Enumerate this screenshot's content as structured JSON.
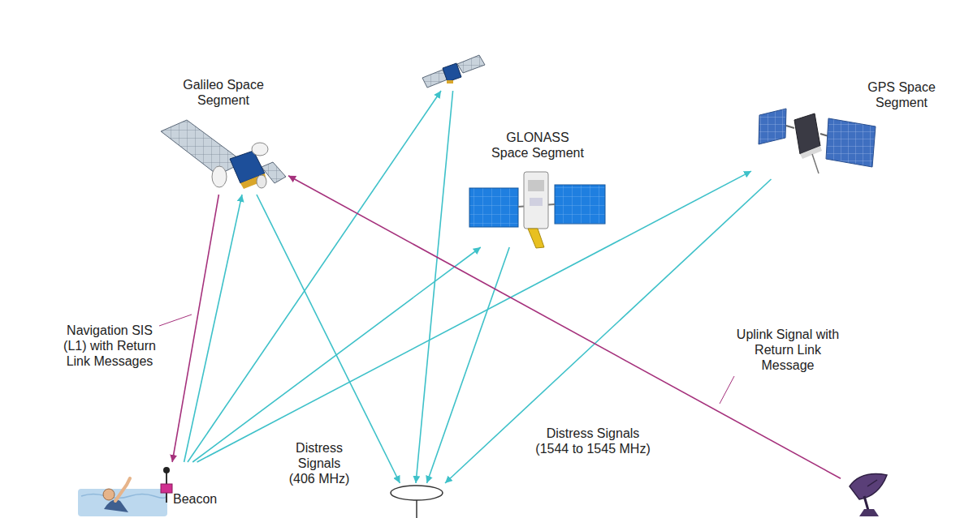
{
  "diagram": {
    "nodes": [
      {
        "text": [
          "Galileo Space Segment"
        ]
      },
      {
        "text": []
      },
      {
        "text": [
          "GLONASS Space Segment"
        ]
      },
      {
        "text": [
          "GPS Space Segment"
        ]
      },
      {
        "text": [
          "Beacon"
        ]
      },
      {
        "text": []
      },
      {
        "text": []
      }
    ],
    "edges": [
      {
        "from": 0,
        "to": 4,
        "arrow": "to"
      },
      {
        "from": 4,
        "to": 0,
        "arrow": "to"
      },
      {
        "from": 4,
        "to": 1,
        "arrow": "to"
      },
      {
        "from": 4,
        "to": 2,
        "arrow": "to"
      },
      {
        "from": 4,
        "to": 3,
        "arrow": "to"
      },
      {
        "from": 0,
        "to": 5,
        "arrow": "to"
      },
      {
        "from": 1,
        "to": 5,
        "arrow": "to"
      },
      {
        "from": 2,
        "to": 5,
        "arrow": "to"
      },
      {
        "from": 3,
        "to": 5,
        "arrow": "to"
      },
      {
        "from": 6,
        "to": 0,
        "arrow": "to"
      }
    ],
    "labels": [
      "Navigation SIS (L1) with Return Link Messages",
      "Uplink Signal with Return Link Message",
      "Distress Signals (406 MHz)",
      "Distress Signals (1544 to 1545 MHz)"
    ]
  }
}
